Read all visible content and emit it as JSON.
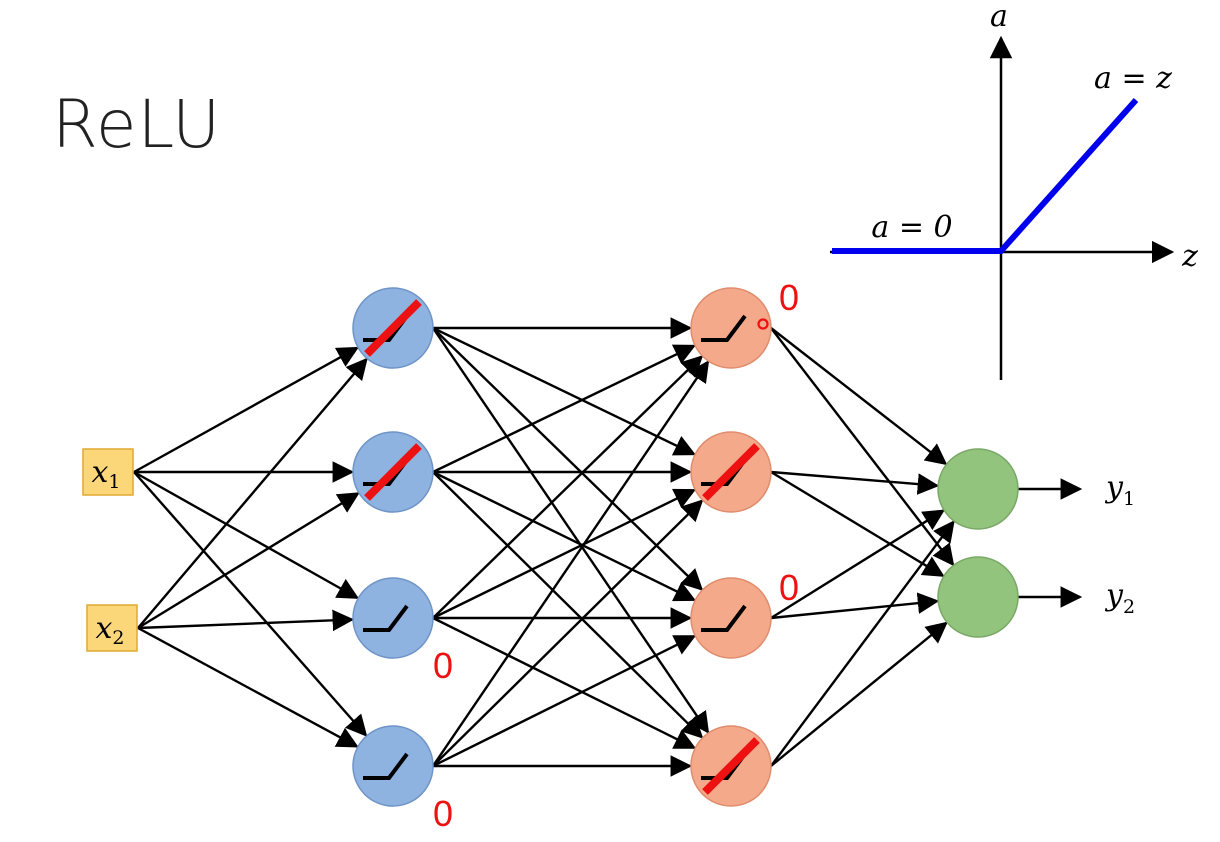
{
  "title": "ReLU",
  "colors": {
    "layer1": "#8fb3e0",
    "layer2": "#f3a98a",
    "output": "#93c47d",
    "input_box": "#fcd77a",
    "relu_curve": "#0000ee",
    "inactive_mark": "#ee1111"
  },
  "graph": {
    "y_axis_label": "a",
    "x_axis_label": "z",
    "left_label": "a = 0",
    "right_label": "a = z"
  },
  "inputs": [
    {
      "symbol": "x",
      "sub": "1"
    },
    {
      "symbol": "x",
      "sub": "2"
    }
  ],
  "outputs": [
    {
      "symbol": "y",
      "sub": "1"
    },
    {
      "symbol": "y",
      "sub": "2"
    }
  ],
  "layers": [
    {
      "name": "hidden-1",
      "neurons": [
        {
          "active": true,
          "zero_label": ""
        },
        {
          "active": true,
          "zero_label": ""
        },
        {
          "active": false,
          "zero_label": "0"
        },
        {
          "active": false,
          "zero_label": "0"
        }
      ]
    },
    {
      "name": "hidden-2",
      "neurons": [
        {
          "active": false,
          "zero_label": "0"
        },
        {
          "active": true,
          "zero_label": ""
        },
        {
          "active": false,
          "zero_label": "0"
        },
        {
          "active": true,
          "zero_label": ""
        }
      ]
    }
  ]
}
